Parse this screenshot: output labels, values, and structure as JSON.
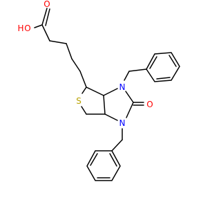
{
  "molecule": {
    "atom_labels": {
      "oh_o": "O",
      "oh_h": "H",
      "carbonyl_o": "O",
      "sulfur": "S",
      "n_upper": "N",
      "n_lower": "N",
      "amide_o": "O"
    },
    "colors": {
      "bond": "#000000",
      "oxygen": "#ff0000",
      "sulfur": "#b8a200",
      "nitrogen": "#0000ff"
    }
  }
}
